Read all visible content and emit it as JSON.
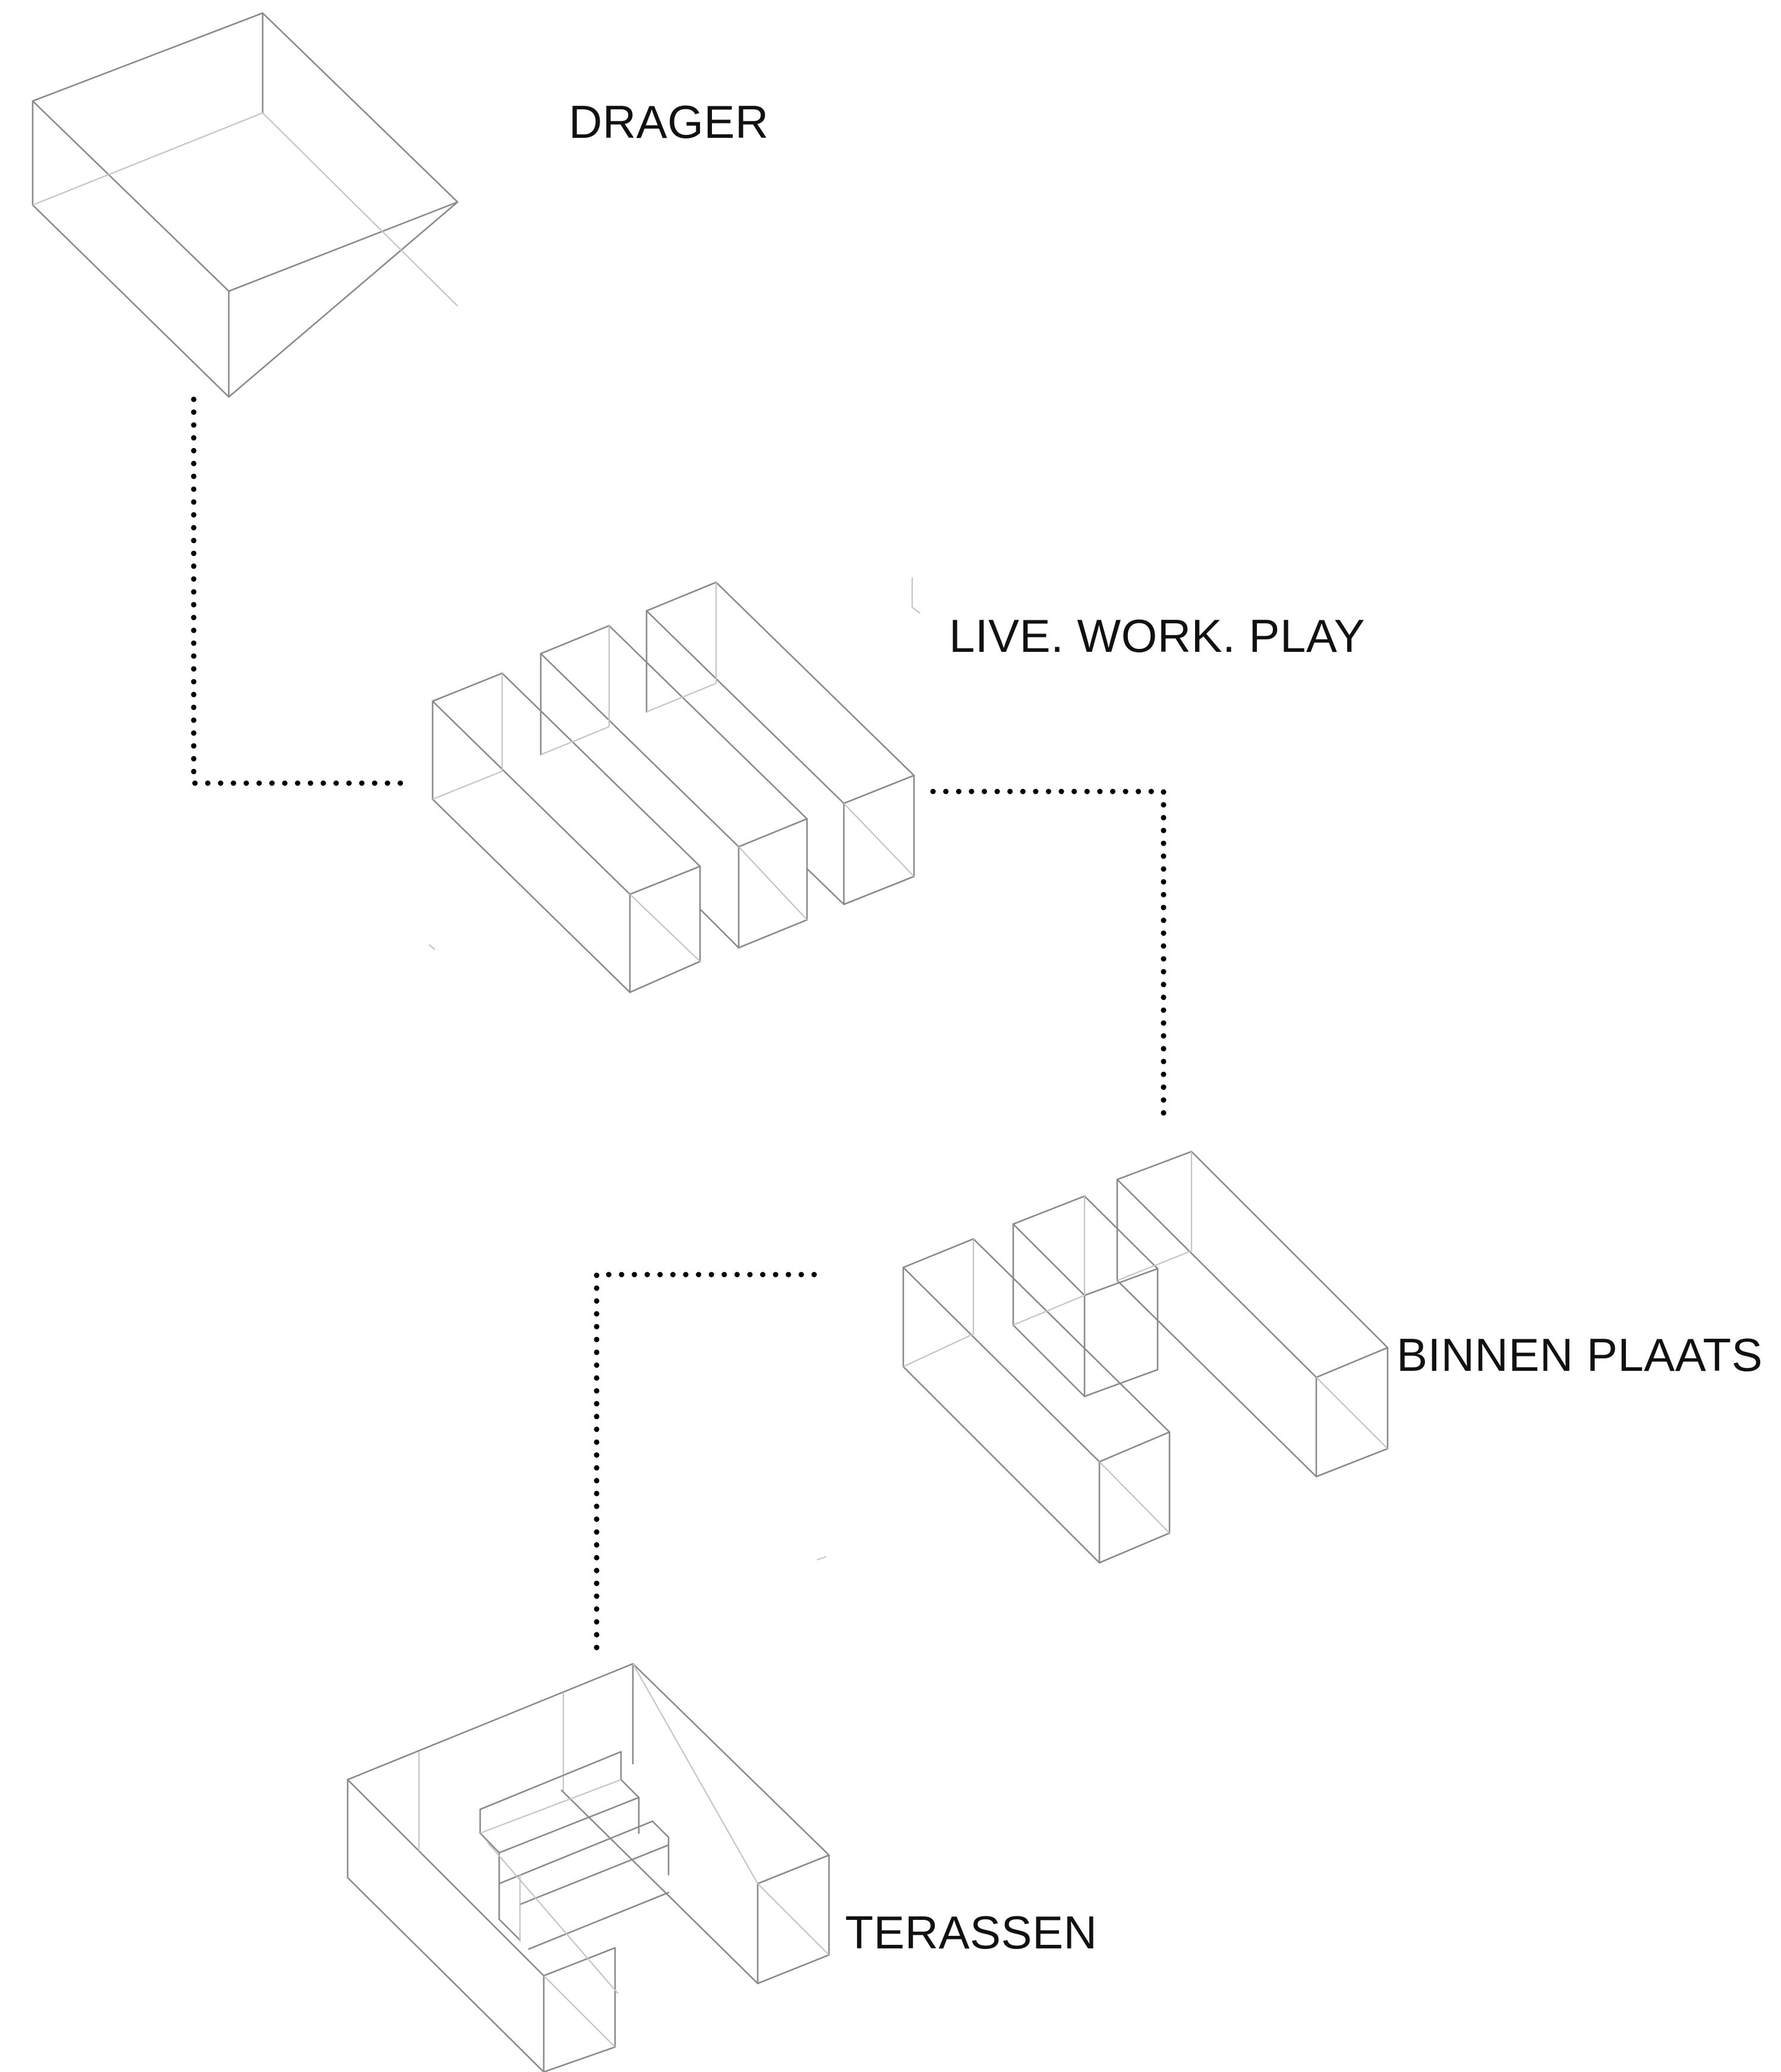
{
  "stages": [
    {
      "id": "drager",
      "label": "DRAGER"
    },
    {
      "id": "live-work-play",
      "label": "LIVE. WORK. PLAY"
    },
    {
      "id": "binnen-plaats",
      "label": "BINNEN PLAATS"
    },
    {
      "id": "terassen",
      "label": "TERASSEN"
    }
  ]
}
